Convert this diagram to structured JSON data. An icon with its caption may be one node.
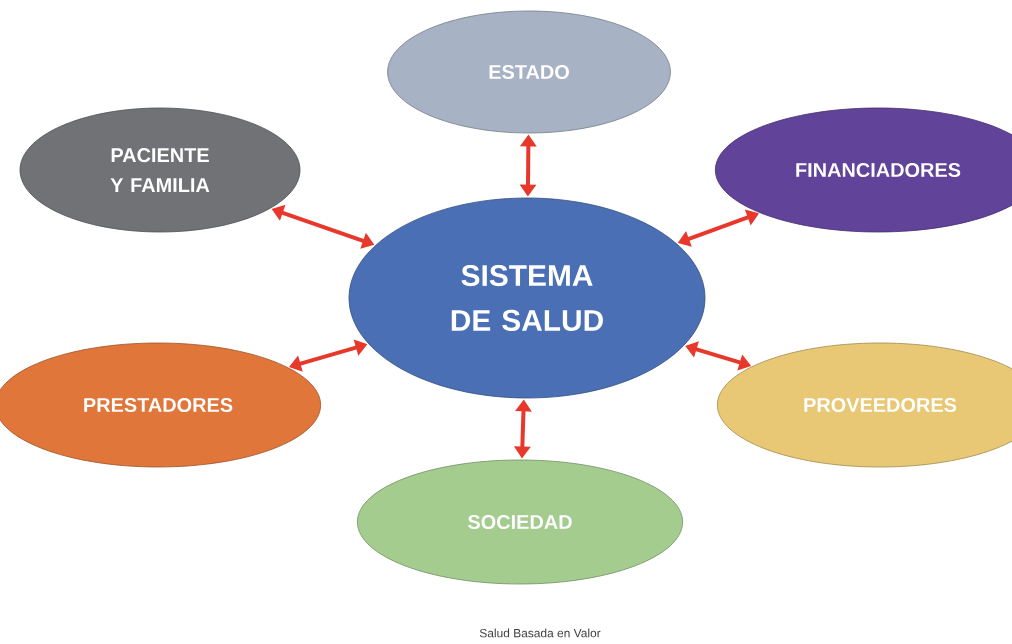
{
  "diagram": {
    "caption": "Salud Basada en Valor",
    "nodes": [
      {
        "text": [
          "SISTEMA DE SALUD"
        ]
      },
      {
        "text": [
          "ESTADO"
        ]
      },
      {
        "text": [
          "PACIENTE Y FAMILIA"
        ]
      },
      {
        "text": [
          "FINANCIADORES"
        ]
      },
      {
        "text": [
          "PRESTADORES"
        ]
      },
      {
        "text": [
          "PROVEEDORES"
        ]
      },
      {
        "text": [
          "SOCIEDAD"
        ]
      }
    ],
    "edges": [
      {
        "from": 0,
        "to": 1,
        "arrow": "both"
      },
      {
        "from": 0,
        "to": 2,
        "arrow": "both"
      },
      {
        "from": 0,
        "to": 3,
        "arrow": "both"
      },
      {
        "from": 0,
        "to": 4,
        "arrow": "both"
      },
      {
        "from": 0,
        "to": 5,
        "arrow": "both"
      },
      {
        "from": 0,
        "to": 6,
        "arrow": "both"
      }
    ]
  }
}
